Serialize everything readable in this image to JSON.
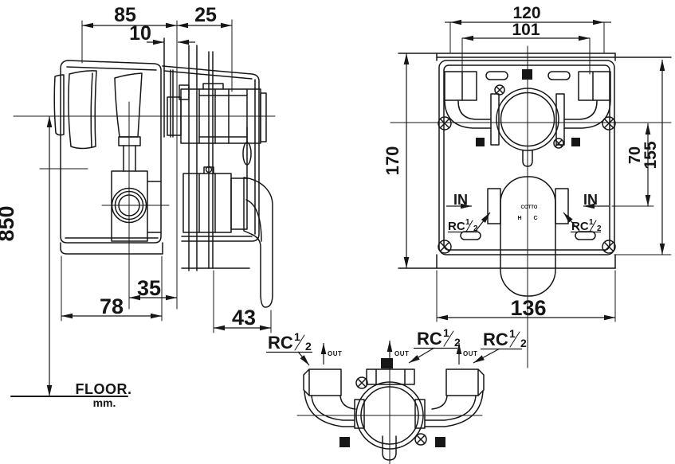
{
  "page": {
    "background": "#ffffff",
    "ink": "#161616"
  },
  "thread_spec": {
    "prefix": "RC",
    "numerator": "1",
    "denominator": "2"
  },
  "side_view": {
    "dim_top_width": "85",
    "dim_top_right": "25",
    "dim_plate_gap": "10",
    "dim_height": "850",
    "dim_cartridge_offset": "35",
    "dim_box_depth": "78",
    "dim_spout_projection": "43",
    "floor_label": "FLOOR.",
    "floor_units": "mm."
  },
  "front_view": {
    "dim_outer_width": "120",
    "dim_inner_width": "101",
    "dim_total_height": "170",
    "dim_inlet_offset": "70",
    "dim_box_height": "155",
    "dim_bottom_width": "136",
    "inlet_left": "IN",
    "inlet_right": "IN",
    "brand": "COTTO",
    "hot_marker": "H",
    "cold_marker": "C"
  },
  "top_view": {
    "outlet_1": "OUT",
    "outlet_2": "OUT",
    "outlet_3": "OUT"
  }
}
